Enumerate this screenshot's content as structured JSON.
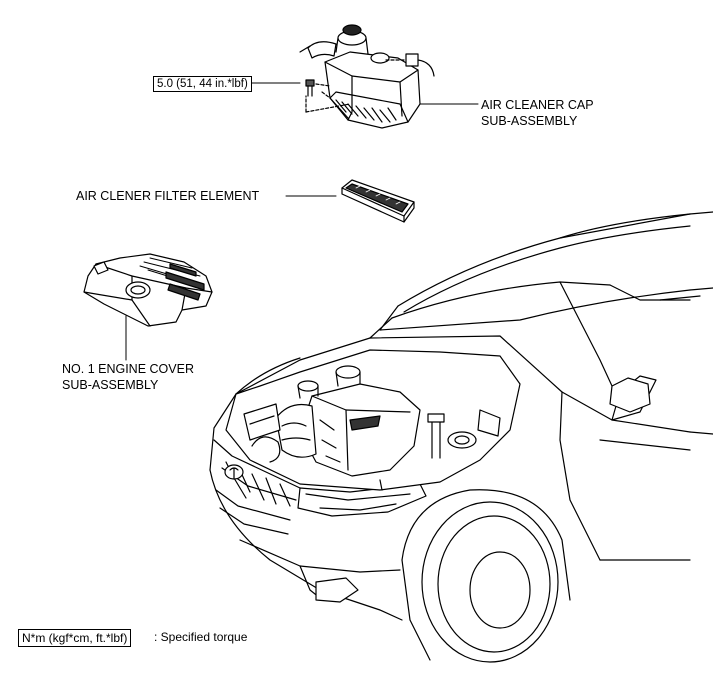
{
  "callouts": {
    "air_cleaner_cap": {
      "line1": "AIR CLEANER CAP",
      "line2": "SUB-ASSEMBLY"
    },
    "filter_element": "AIR CLENER FILTER ELEMENT",
    "engine_cover": {
      "line1": "NO. 1 ENGINE COVER",
      "line2": "SUB-ASSEMBLY"
    },
    "torque_value": "5.0 (51, 44 in.*lbf)"
  },
  "legend": {
    "unit_box": "N*m (kgf*cm, ft.*lbf)",
    "description": ": Specified torque"
  }
}
